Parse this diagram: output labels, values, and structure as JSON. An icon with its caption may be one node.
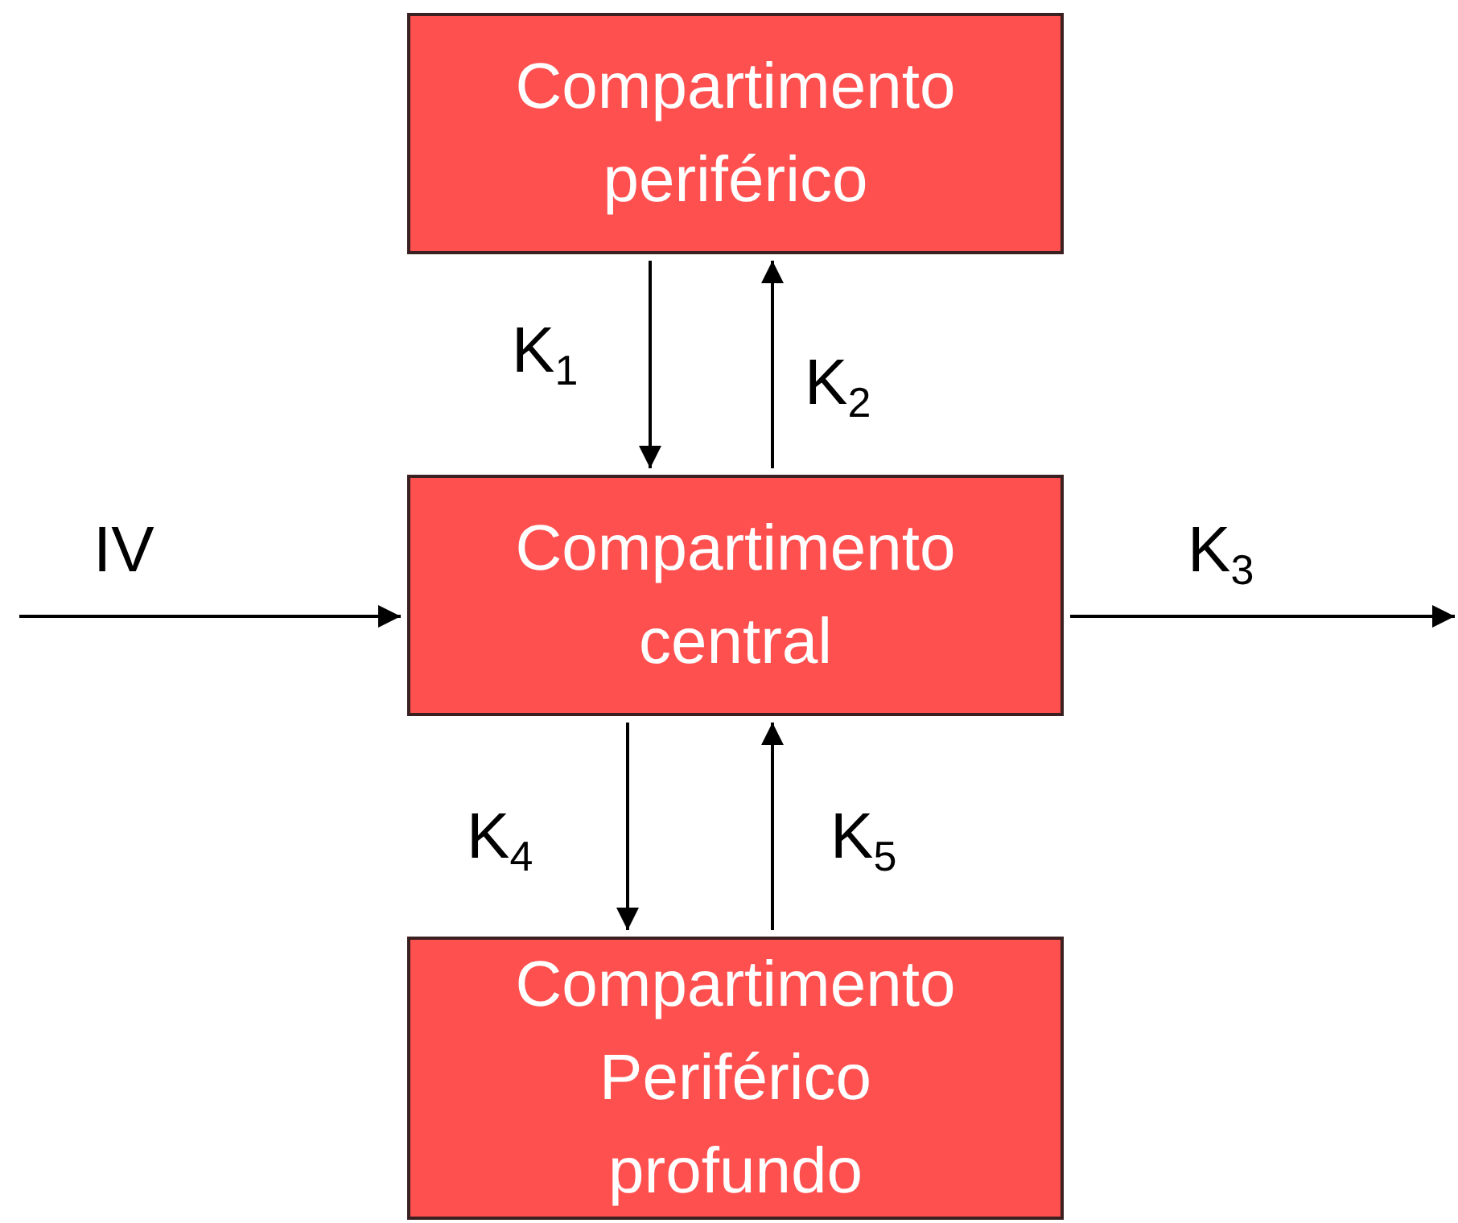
{
  "diagram": {
    "nodes": [
      {
        "text": [
          "Compartimento periférico"
        ]
      },
      {
        "text": [
          "Compartimento central"
        ]
      },
      {
        "text": [
          "Compartimento Periférico profundo"
        ]
      }
    ],
    "edges": [
      {
        "from": 0,
        "to": 1,
        "arrow": "to",
        "label": "K$_{1}$"
      },
      {
        "from": 1,
        "to": 0,
        "arrow": "to",
        "label": "K$_{2}$"
      },
      {
        "from": null,
        "to": 1,
        "arrow": "to",
        "label": "IV"
      },
      {
        "from": 1,
        "to": null,
        "arrow": "to",
        "label": "K$_{3}$"
      },
      {
        "from": 1,
        "to": 2,
        "arrow": "to",
        "label": "K$_{4}$"
      },
      {
        "from": 2,
        "to": 1,
        "arrow": "to",
        "label": "K$_{5}$"
      }
    ]
  }
}
